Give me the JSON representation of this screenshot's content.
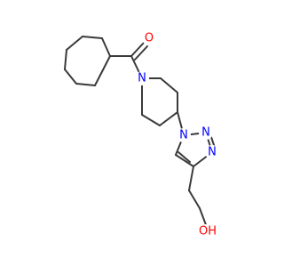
{
  "molecule": {
    "atoms": {
      "O_carbonyl": {
        "label": "O",
        "color": "#ff0000"
      },
      "N_piperidine": {
        "label": "N",
        "color": "#0000ff"
      },
      "N1_triazole": {
        "label": "N",
        "color": "#0000ff"
      },
      "N2_triazole": {
        "label": "N",
        "color": "#0000ff"
      },
      "N3_triazole": {
        "label": "N",
        "color": "#0000ff"
      },
      "O_hydroxyl": {
        "label": "OH",
        "color": "#ff0000"
      }
    },
    "bond_color": "#3a3a3a",
    "background": "#ffffff"
  }
}
